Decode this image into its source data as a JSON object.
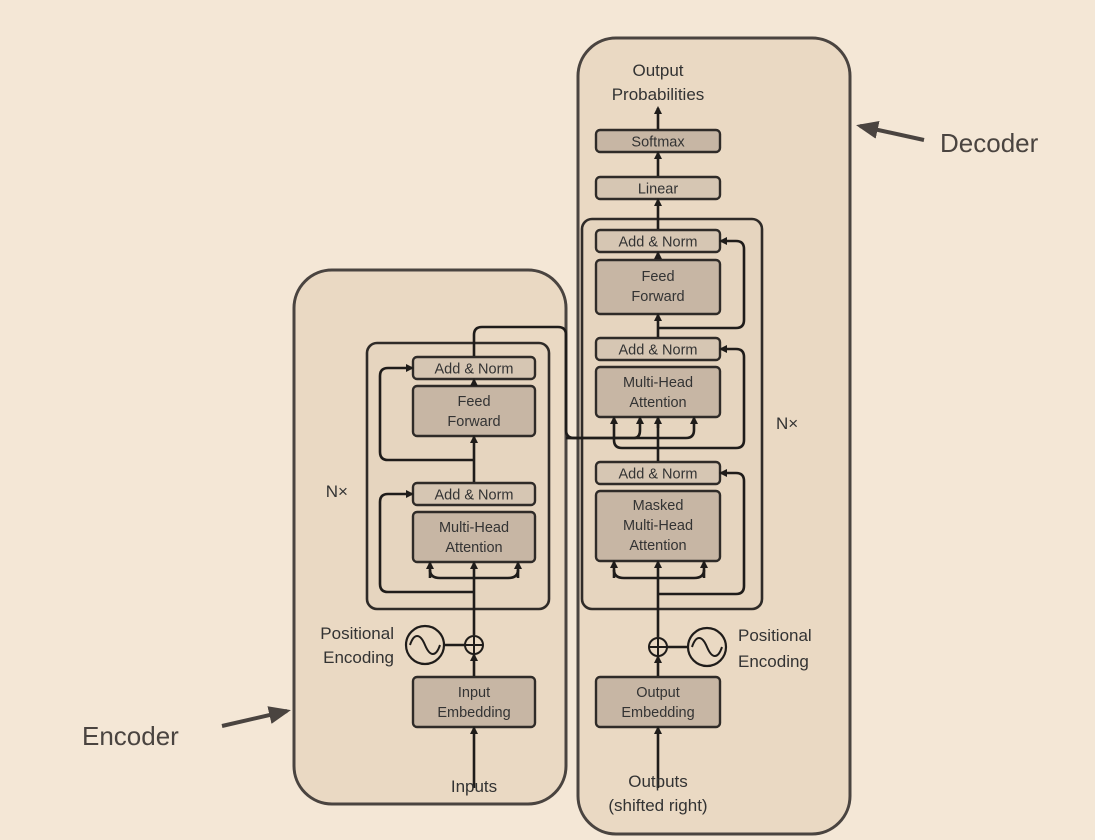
{
  "encoder": {
    "title": "Encoder",
    "repeat": "N×",
    "add_norm_top": "Add & Norm",
    "feed_forward": [
      "Feed",
      "Forward"
    ],
    "add_norm_bottom": "Add & Norm",
    "attention": [
      "Multi-Head",
      "Attention"
    ],
    "positional_encoding": [
      "Positional",
      "Encoding"
    ],
    "embedding": [
      "Input",
      "Embedding"
    ],
    "inputs": "Inputs"
  },
  "decoder": {
    "title": "Decoder",
    "repeat": "N×",
    "output_probabilities": [
      "Output",
      "Probabilities"
    ],
    "softmax": "Softmax",
    "linear": "Linear",
    "add_norm_top": "Add & Norm",
    "feed_forward": [
      "Feed",
      "Forward"
    ],
    "add_norm_mid": "Add & Norm",
    "attention": [
      "Multi-Head",
      "Attention"
    ],
    "add_norm_bottom": "Add & Norm",
    "masked_attention": [
      "Masked",
      "Multi-Head",
      "Attention"
    ],
    "positional_encoding": [
      "Positional",
      "Encoding"
    ],
    "embedding": [
      "Output",
      "Embedding"
    ],
    "outputs": [
      "Outputs",
      "(shifted right)"
    ]
  }
}
